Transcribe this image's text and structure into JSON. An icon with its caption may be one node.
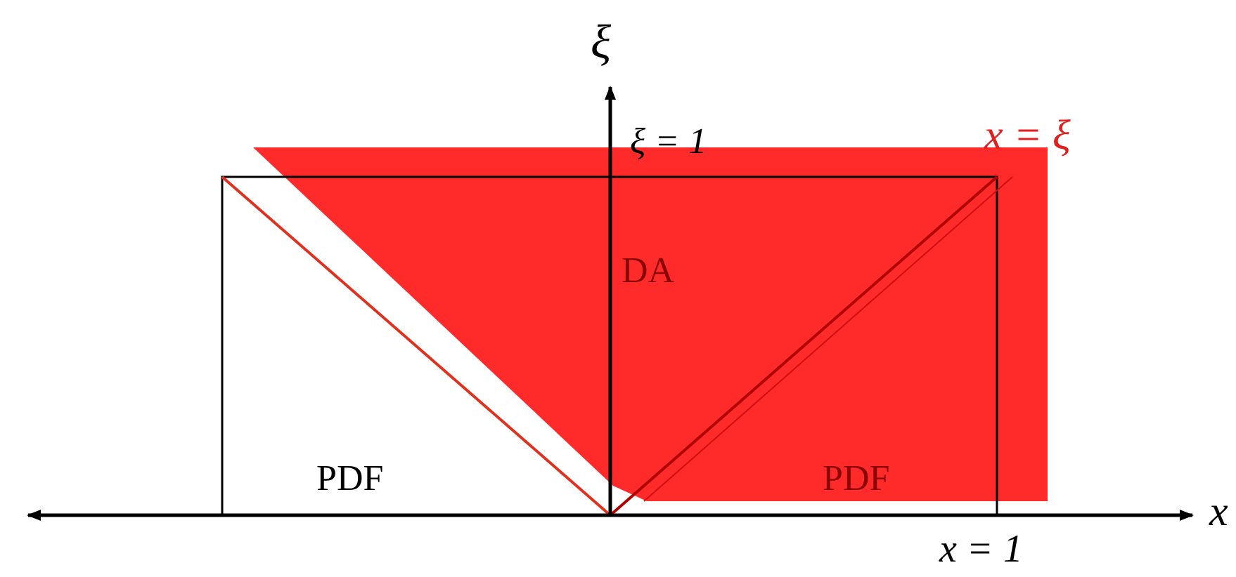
{
  "diagram": {
    "labels": [
      "ξ",
      "ξ = 1",
      "x = ξ",
      "DA",
      "PDF",
      "PDF",
      "x",
      "x = 1"
    ]
  }
}
